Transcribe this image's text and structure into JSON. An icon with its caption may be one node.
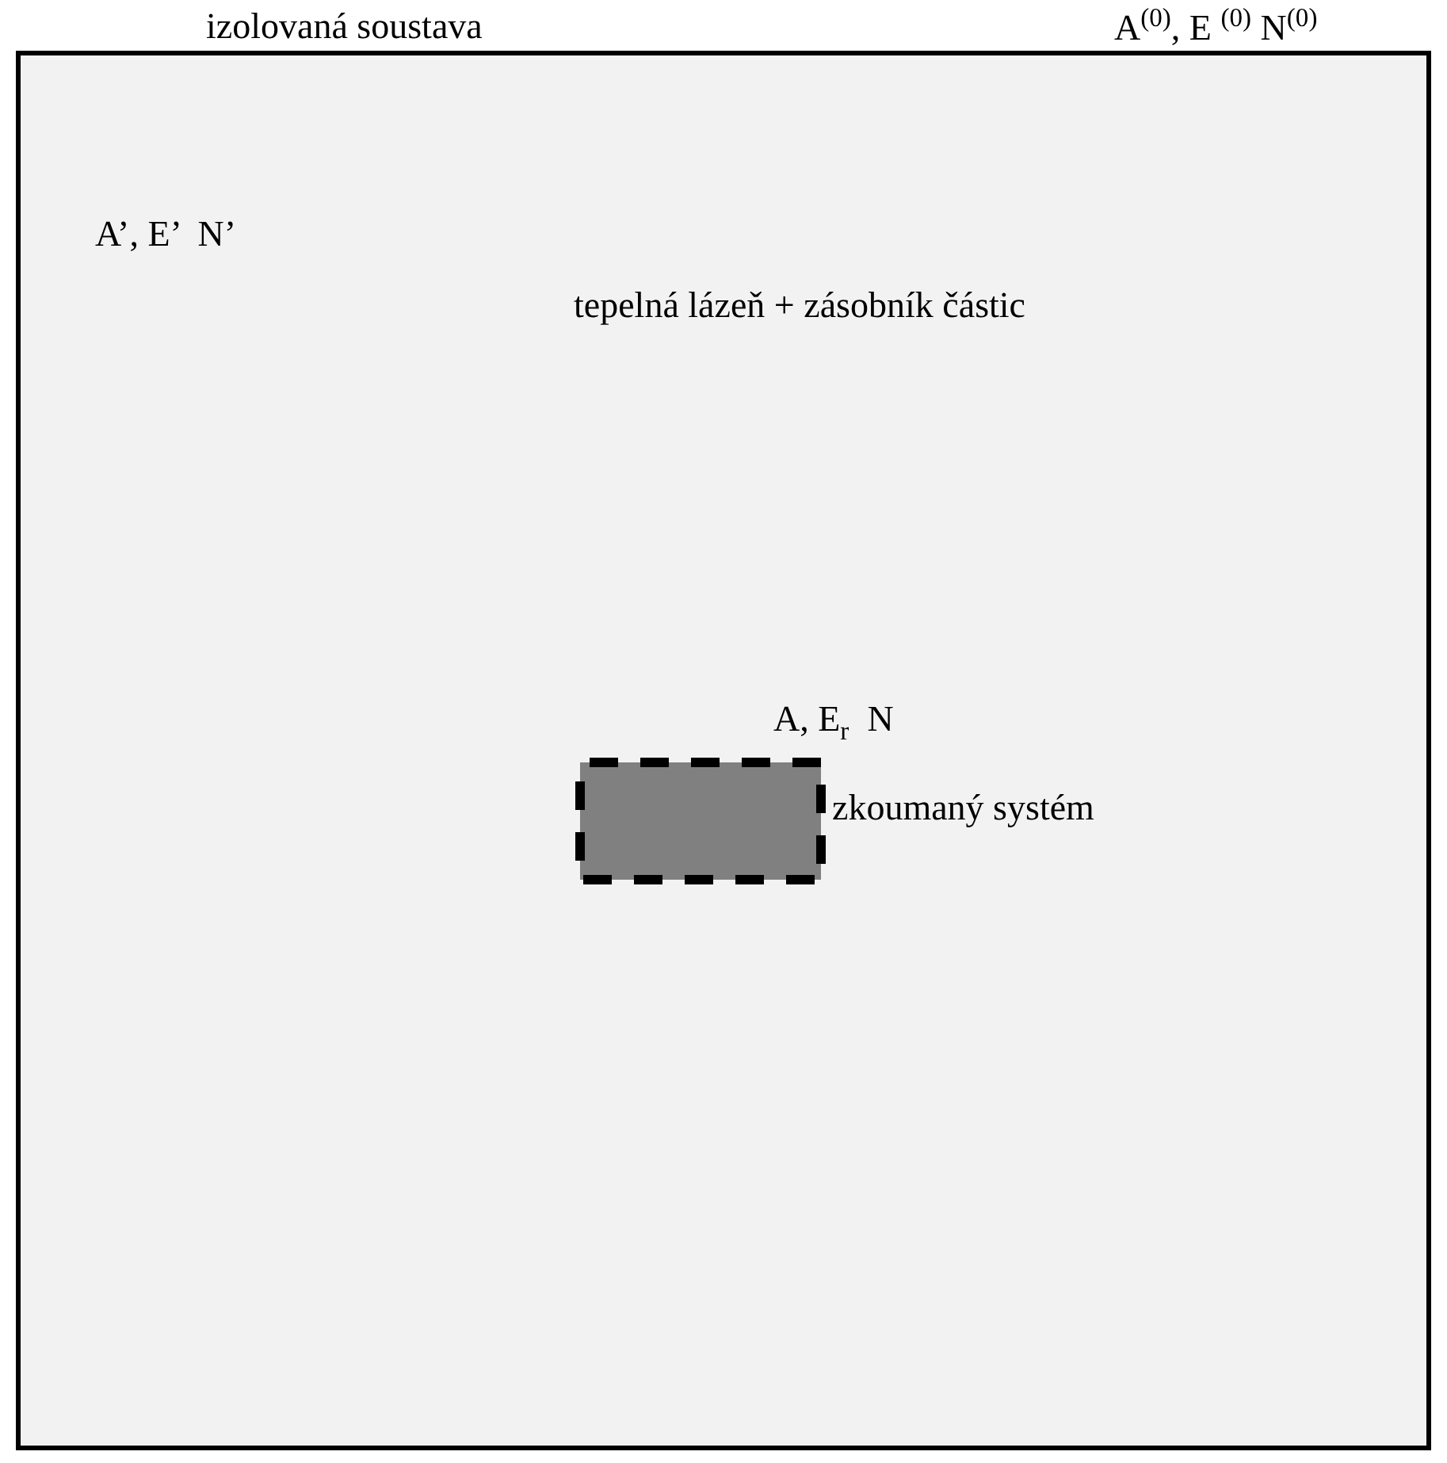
{
  "diagram": {
    "nodes": [
      {
        "text": [
          "izolovaná soustava",
          "A’, E’  N’",
          "tepelná lázeň + zásobník částic"
        ],
        "beside": [
          "A$^{(0)}$, E $^{(0)}$ N$^{(0)}$"
        ]
      },
      {
        "text": [
          "A, E$_{r}$  N",
          "zkoumaný systém"
        ],
        "in": 0
      }
    ],
    "edges": []
  }
}
